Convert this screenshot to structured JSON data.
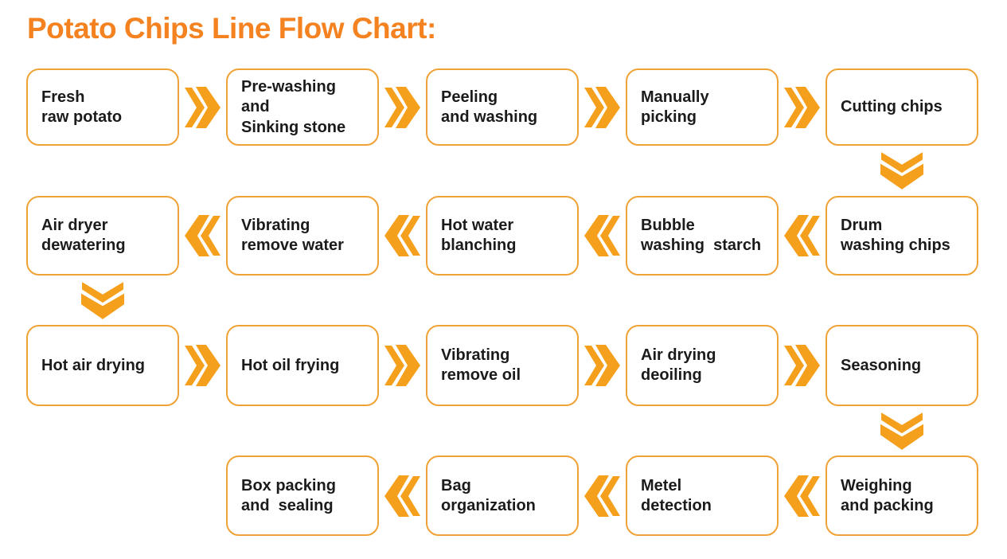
{
  "title": "Potato Chips Line Flow Chart:",
  "colors": {
    "title": "#F58220",
    "arrow": "#F5A01C",
    "border": "#EFA235",
    "text": "#1b1b1b"
  },
  "icons": {
    "arrow_right": "double-chevron-right",
    "arrow_left": "double-chevron-left",
    "arrow_down": "double-chevron-down"
  },
  "rows": [
    {
      "direction": "right",
      "boxes": [
        "Fresh\nraw potato",
        "Pre-washing\nand\nSinking stone",
        "Peeling\nand washing",
        "Manually\npicking",
        "Cutting chips"
      ]
    },
    {
      "direction": "left",
      "boxes": [
        "Air dryer\ndewatering",
        "Vibrating\nremove water",
        "Hot water\nblanching",
        "Bubble\nwashing  starch",
        "Drum\nwashing chips"
      ]
    },
    {
      "direction": "right",
      "boxes": [
        "Hot air drying",
        "Hot oil frying",
        "Vibrating\nremove oil",
        "Air drying\ndeoiling",
        "Seasoning"
      ]
    },
    {
      "direction": "left",
      "boxes": [
        "Box packing\nand  sealing",
        "Bag\norganization",
        "Metel\ndetection",
        "Weighing\nand packing"
      ]
    }
  ],
  "connectors": [
    {
      "from": "Cutting chips",
      "to": "Drum washing chips",
      "type": "down"
    },
    {
      "from": "Air dryer dewatering",
      "to": "Hot air drying",
      "type": "down"
    },
    {
      "from": "Seasoning",
      "to": "Weighing and packing",
      "type": "down"
    }
  ]
}
